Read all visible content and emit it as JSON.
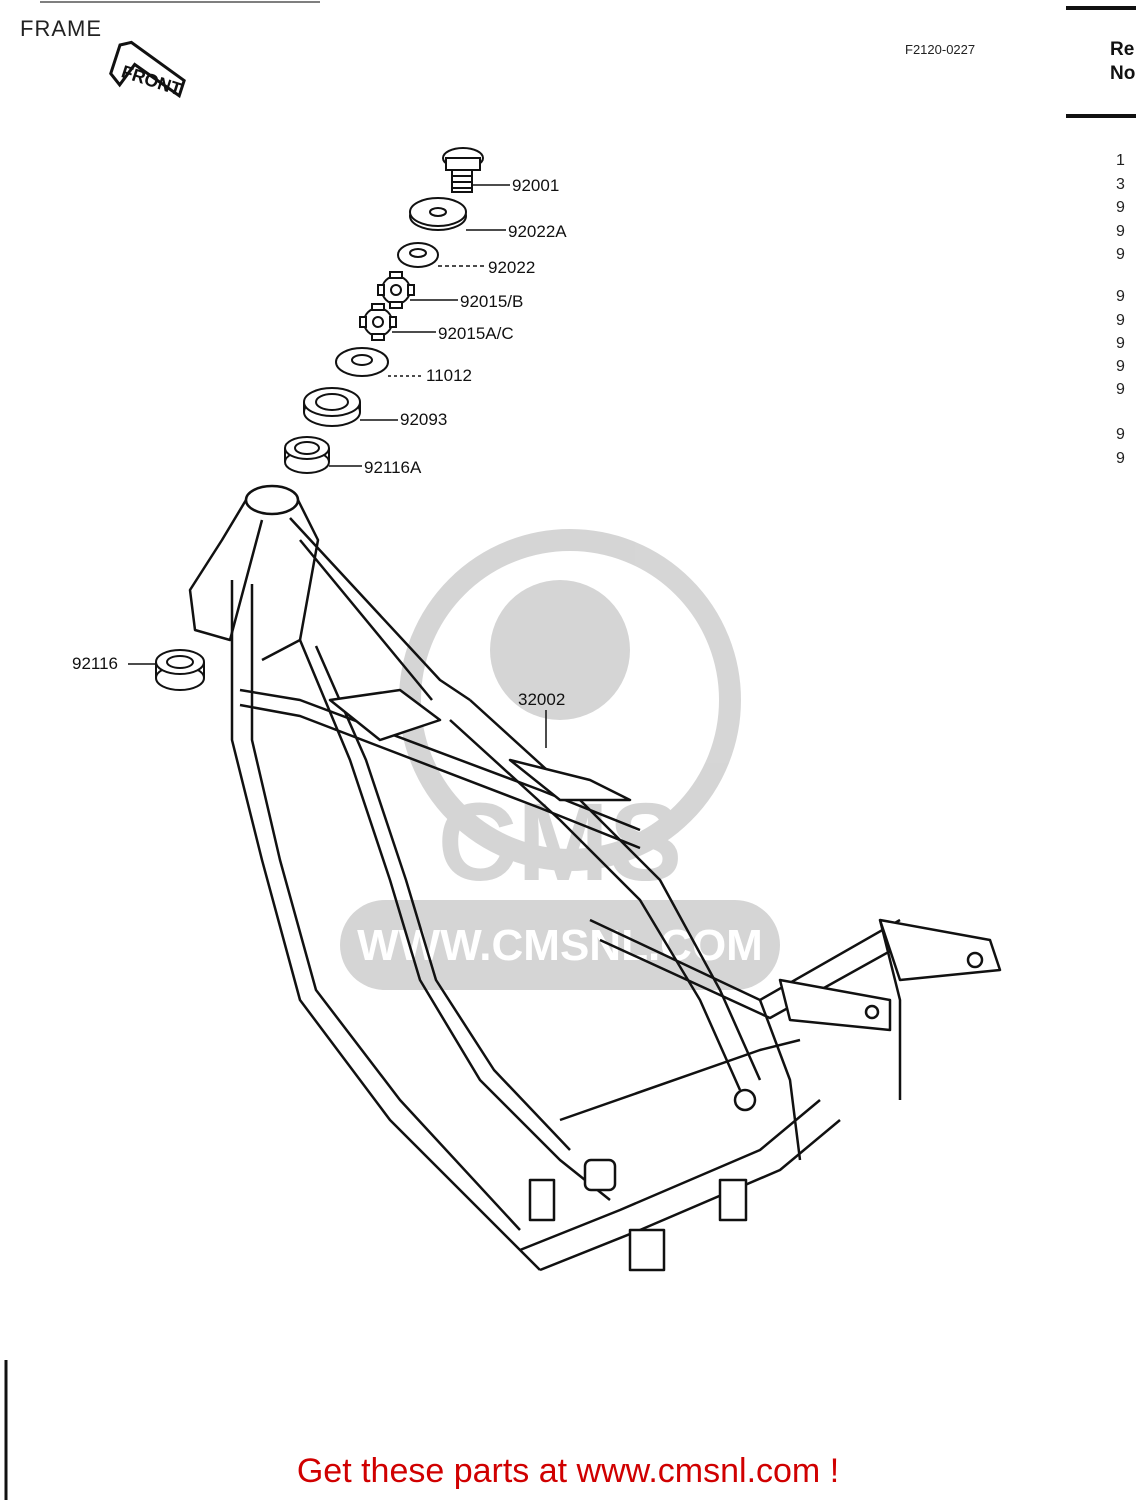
{
  "title": "FRAME",
  "diagram_code": "F2120-0227",
  "ref_header": {
    "line1": "Re",
    "line2": "No"
  },
  "ref_column": [
    "1",
    "3",
    "9",
    "9",
    "9",
    "9",
    "9",
    "9",
    "9",
    "9",
    "9",
    "9"
  ],
  "front_arrow_label": "FRONT",
  "watermark": {
    "text": "WWW.CMSNL.COM",
    "brand": "CMS"
  },
  "parts": {
    "p92001": "92001",
    "p92022a": "92022A",
    "p92022": "92022",
    "p92015b": "92015/B",
    "p92015ac": "92015A/C",
    "p11012": "11012",
    "p92093": "92093",
    "p92116a": "92116A",
    "p92116": "92116",
    "p32002": "32002"
  },
  "footer": "Get these parts at www.cmsnl.com !"
}
